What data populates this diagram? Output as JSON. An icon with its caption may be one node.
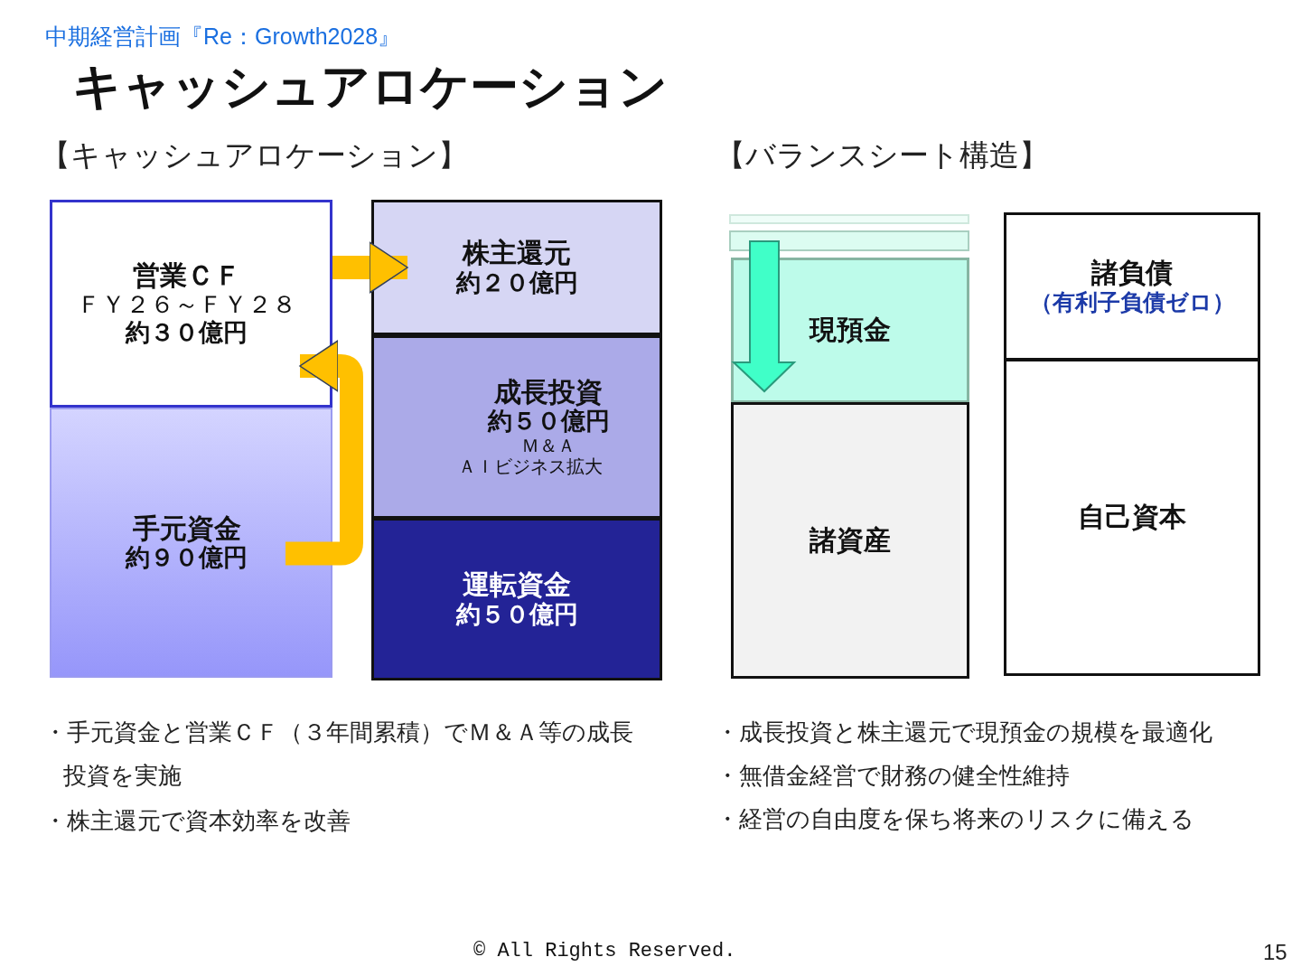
{
  "diagram": {
    "title": "キャッシュアロケーション",
    "nodes": [
      {
        "text": [
          "営業ＣＦ",
          "ＦＹ２６～ＦＹ２８",
          "約３０億円"
        ]
      },
      {
        "text": [
          "手元資金",
          "約９０億円"
        ]
      },
      {
        "text": [
          "株主還元",
          "約２０億円"
        ]
      },
      {
        "text": [
          "成長投資",
          "約５０億円",
          "Ｍ＆Ａ",
          "ＡＩビジネス拡大"
        ]
      },
      {
        "text": [
          "運転資金",
          "約５０億円"
        ]
      },
      {
        "text": [
          "現預金"
        ]
      },
      {
        "text": [
          "諸資産"
        ]
      },
      {
        "text": [
          "諸負債",
          "（有利子負債ゼロ）"
        ]
      },
      {
        "text": [
          "自己資本"
        ]
      }
    ],
    "edges": [
      {
        "from": 0,
        "to": 2,
        "arrow": "to"
      },
      {
        "from": 1,
        "to": 0,
        "arrow": "to"
      }
    ],
    "labels": [
      "中期経営計画『Re：Growth2028』",
      "【キャッシュアロケーション】",
      "【バランスシート構造】",
      "・手元資金と営業ＣＦ（３年間累積）でＭ＆Ａ等の成長投資を実施",
      "・株主還元で資本効率を改善",
      "・成長投資と株主還元で現預金の規模を最適化",
      "・無借金経営で財務の健全性維持",
      "・経営の自由度を保ち将来のリスクに備える",
      "© All Rights Reserved.",
      "15"
    ]
  }
}
